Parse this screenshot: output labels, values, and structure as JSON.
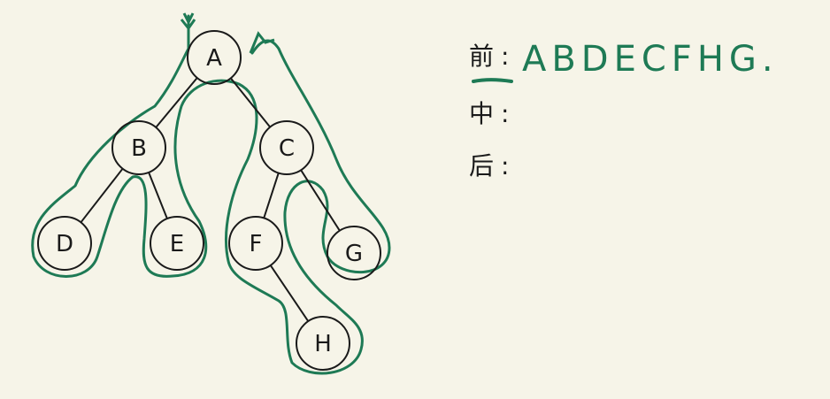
{
  "tree": {
    "nodes": [
      {
        "id": "A",
        "label": "A"
      },
      {
        "id": "B",
        "label": "B"
      },
      {
        "id": "C",
        "label": "C"
      },
      {
        "id": "D",
        "label": "D"
      },
      {
        "id": "E",
        "label": "E"
      },
      {
        "id": "F",
        "label": "F"
      },
      {
        "id": "G",
        "label": "G"
      },
      {
        "id": "H",
        "label": "H"
      }
    ],
    "edges": [
      [
        "A",
        "B"
      ],
      [
        "A",
        "C"
      ],
      [
        "B",
        "D"
      ],
      [
        "B",
        "E"
      ],
      [
        "C",
        "F"
      ],
      [
        "C",
        "G"
      ],
      [
        "F",
        "H"
      ]
    ]
  },
  "traversal_notes": {
    "preorder_label": "前",
    "preorder_sequence": "ABDECFHG.",
    "inorder_label": "中",
    "postorder_label": "后",
    "separator": ":"
  },
  "colors": {
    "background": "#f6f4e8",
    "ink": "#1a1a1a",
    "path": "#1e7a55"
  }
}
